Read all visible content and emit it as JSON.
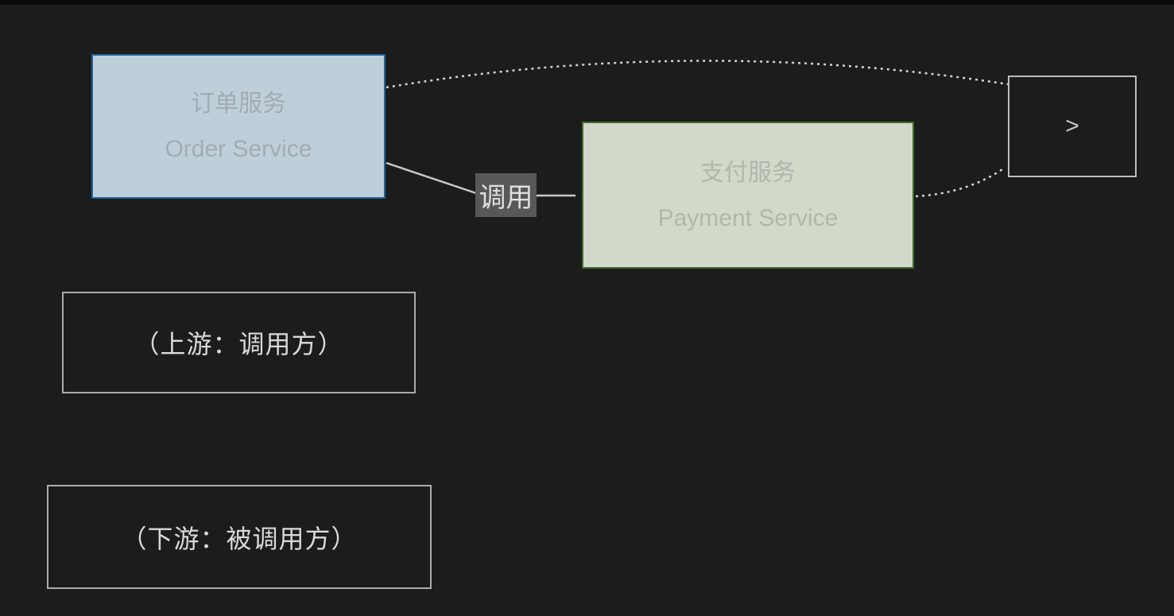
{
  "canvas": {
    "background": "#1c1c1c",
    "top_bar_color": "#0a0a0a"
  },
  "nodes": {
    "order_service": {
      "title_zh": "订单服务",
      "title_en": "Order Service",
      "fill": "#bfcfd9",
      "border": "#1f64a0",
      "text_color": "#a3abb2"
    },
    "payment_service": {
      "title_zh": "支付服务",
      "title_en": "Payment Service",
      "fill": "#d2d8ca",
      "border": "#3f6e2d",
      "text_color": "#b2b6ac"
    },
    "next_box": {
      "label": ">",
      "border": "#bdbdbd",
      "text_color": "#c8c8c8"
    }
  },
  "edges": {
    "call_label": {
      "text": "调用",
      "bg": "#585858",
      "text_color": "#dedede"
    },
    "line_color": "#c9c9c9",
    "arrow_color": "#c9c9c9",
    "dashed_color": "#d4d4d4"
  },
  "annotations": {
    "upstream": {
      "text": "（上游：调用方）",
      "border": "#ababab",
      "text_color": "#d9d9d9"
    },
    "downstream": {
      "text": "（下游：被调用方）",
      "border": "#ababab",
      "text_color": "#d9d9d9"
    }
  }
}
